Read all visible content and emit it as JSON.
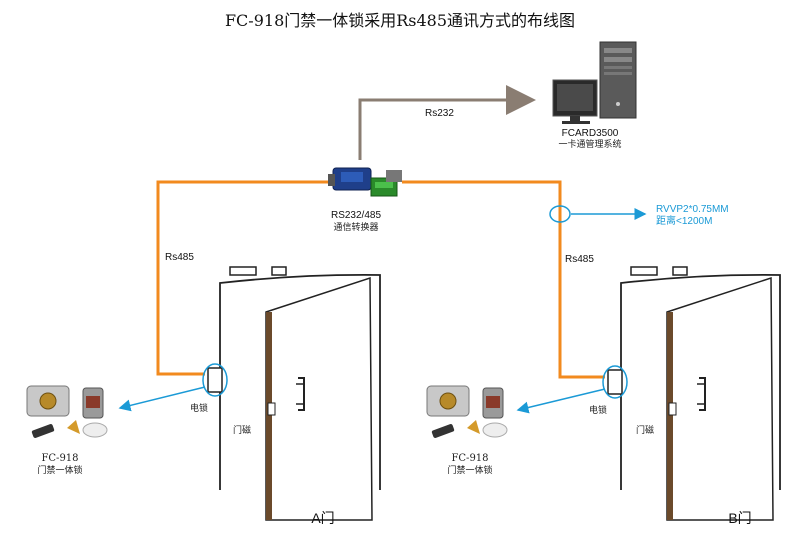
{
  "title": "FC-918门禁一体锁采用Rs485通讯方式的布线图",
  "server": {
    "name": "FCARD3500",
    "desc": "一卡通管理系统"
  },
  "link_rs232": "Rs232",
  "converter": {
    "name": "RS232/485",
    "desc": "通信转换器"
  },
  "link_rs485_left": "Rs485",
  "link_rs485_right": "Rs485",
  "cable": {
    "spec": "RVVP2*0.75MM",
    "distance": "距离<1200M"
  },
  "door_a": {
    "lock_label": "电锁",
    "magnet_label": "门磁",
    "name": "A门",
    "device_model": "FC-918",
    "device_desc": "门禁一体锁"
  },
  "door_b": {
    "lock_label": "电锁",
    "magnet_label": "门磁",
    "name": "B门",
    "device_model": "FC-918",
    "device_desc": "门禁一体锁"
  },
  "colors": {
    "bus": "#f28a1e",
    "rs232_line": "#8a7d72",
    "pointer": "#1b9ad6"
  }
}
